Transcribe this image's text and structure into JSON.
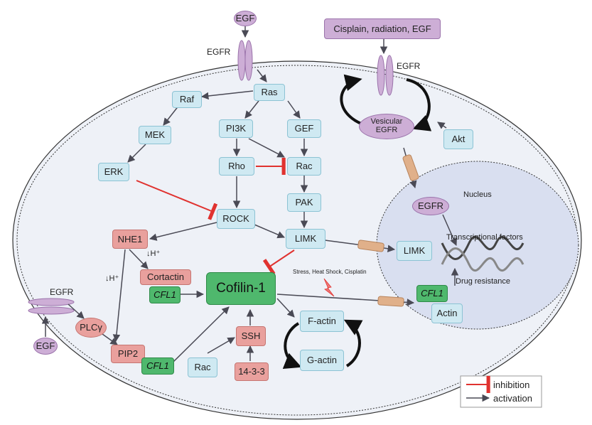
{
  "nodes": {
    "egf_top": "EGF",
    "egfr_top_label": "EGFR",
    "ras": "Ras",
    "raf": "Raf",
    "mek": "MEK",
    "erk": "ERK",
    "pi3k": "PI3K",
    "rho": "Rho",
    "gef": "GEF",
    "rac_top": "Rac",
    "pak": "PAK",
    "rock": "ROCK",
    "limk": "LIMK",
    "limk_nuc": "LIMK",
    "nhe1": "NHE1",
    "h_plus_1": "H⁺",
    "h_plus_2": "H⁺",
    "cortactin": "Cortactin",
    "cfl1_a": "CFL1",
    "cofilin": "Cofilin-1",
    "egfr_left_label": "EGFR",
    "plcg": "PLCγ",
    "egf_left": "EGF",
    "pip2": "PIP2",
    "cfl1_b": "CFL1",
    "rac_bottom": "Rac",
    "ssh": "SSH",
    "p1433": "14-3-3",
    "factin": "F-actin",
    "gactin": "G-actin",
    "stress": "Stress, Heat Shock, Cisplatin",
    "cisplain": "Cisplain, radiation, EGF",
    "egfr_right_label": "EGFR",
    "vesicular": "Vesicular EGFR",
    "akt": "Akt",
    "nucleus": "Nucleus",
    "egfr_nuc": "EGFR",
    "tf": "Transcriptional factors",
    "drug": "Drug resistance",
    "cfl1_c": "CFL1",
    "actin": "Actin"
  },
  "legend": {
    "inhibition": "inhibition",
    "activation": "activation"
  },
  "colors": {
    "inhibition": "#e0322f",
    "activation": "#4a4a55",
    "blue_node": "#cfe9f2",
    "red_node": "#e9a09d",
    "green_node": "#4fb86d",
    "purple_node": "#cdaed6",
    "nucleus_fill": "#d9dff0",
    "cell_fill": "#eef1f7"
  }
}
